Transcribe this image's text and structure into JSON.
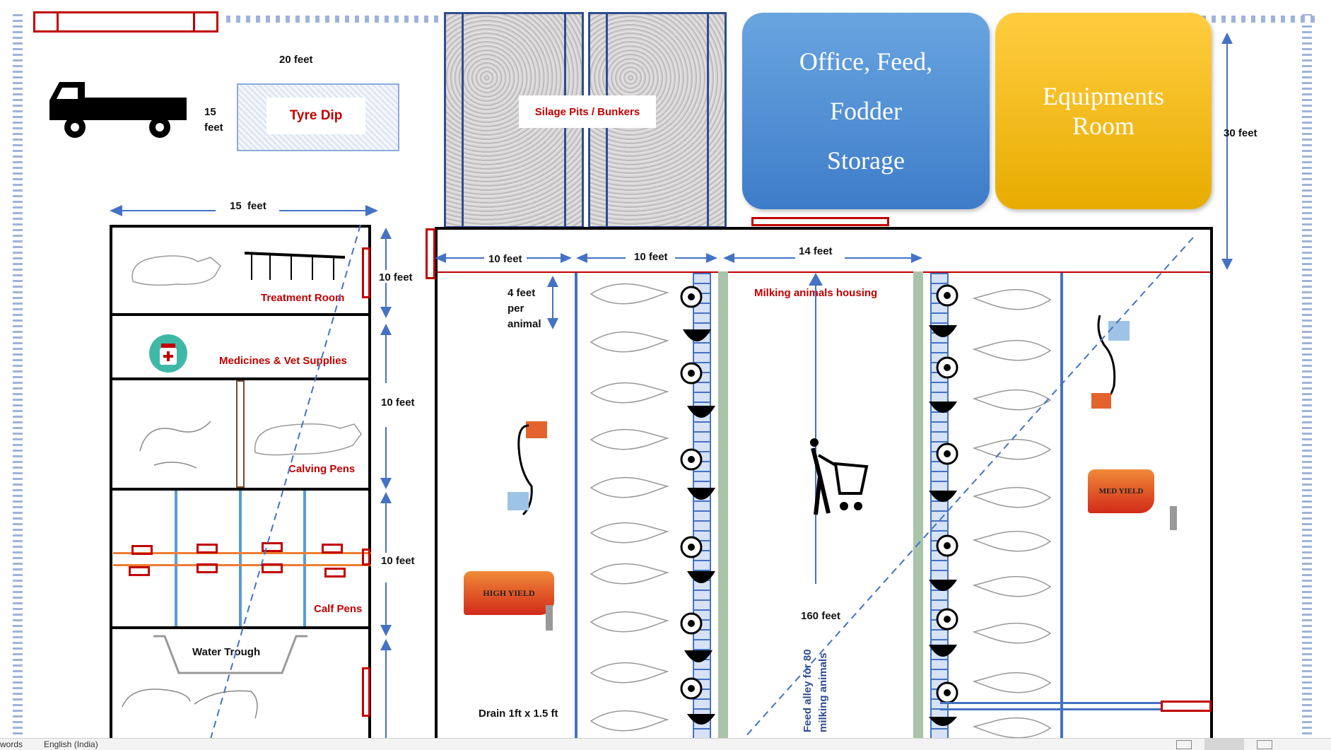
{
  "top_left": {
    "tyre_dip_width": "20 feet",
    "tyre_dip_depth": "15\nfeet",
    "tyre_dip_label": "Tyre Dip"
  },
  "silage": {
    "label": "Silage Pits / Bunkers"
  },
  "office": {
    "line1": "Office, Feed,",
    "line2": "Fodder",
    "line3": "Storage"
  },
  "equipment": {
    "line1": "Equipments",
    "line2": "Room"
  },
  "dimensions": {
    "side_30": "30 feet",
    "left_block_width": "15  feet",
    "treatment_height": "10 feet",
    "calving_height": "10 feet",
    "calf_height": "10 feet",
    "alley_left": "10 feet",
    "alley_mid": "10 feet",
    "alley_feed": "14 feet",
    "per_animal": "4 feet\nper\nanimal",
    "length": "160 feet",
    "drain": "Drain 1ft x 1.5 ft"
  },
  "rooms": {
    "treatment": "Treatment Room",
    "medicines": "Medicines & Vet Supplies",
    "calving": "Calving Pens",
    "calf": "Calf Pens",
    "water_trough": "Water Trough"
  },
  "housing": {
    "title": "Milking animals housing",
    "feed_alley": "Feed alley for 80\nmilking animals",
    "high_yield": "HIGH YIELD",
    "med_yield": "MED YIELD"
  },
  "status_bar": {
    "words": "words",
    "language": "English (India)"
  },
  "colors": {
    "accent_blue": "#4472c4",
    "label_red": "#c00000",
    "office_blue": "#5b9bd5",
    "equip_yellow": "#ffc000"
  }
}
